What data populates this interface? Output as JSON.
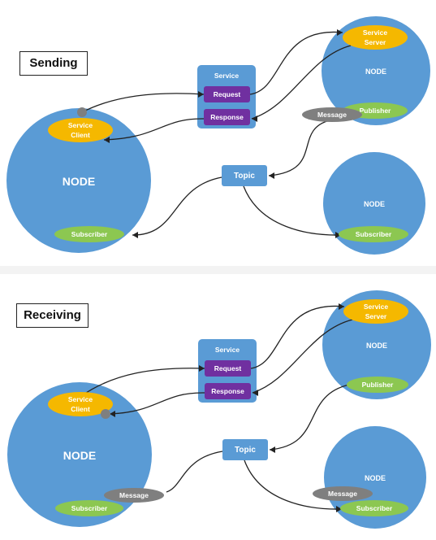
{
  "colors": {
    "node": "#5a9bd5",
    "service_client": "#f5b800",
    "subscriber_publisher": "#8cc751",
    "message": "#7f7f7f",
    "request_response": "#7030a0",
    "topic": "#5a9bd5"
  },
  "top": {
    "title": "Sending",
    "node_main": "NODE",
    "node_right_top": "NODE",
    "node_right_bottom": "NODE",
    "service": "Service",
    "request": "Request",
    "response": "Response",
    "topic": "Topic",
    "service_client_line1": "Service",
    "service_client_line2": "Client",
    "service_server_line1": "Service",
    "service_server_line2": "Server",
    "publisher": "Publisher",
    "message": "Message",
    "subscriber_left": "Subscriber",
    "subscriber_right": "Subscriber"
  },
  "bottom": {
    "title": "Receiving",
    "node_main": "NODE",
    "node_right_top": "NODE",
    "node_right_bottom": "NODE",
    "service": "Service",
    "request": "Request",
    "response": "Response",
    "topic": "Topic",
    "service_client_line1": "Service",
    "service_client_line2": "Client",
    "service_server_line1": "Service",
    "service_server_line2": "Server",
    "publisher": "Publisher",
    "message_left": "Message",
    "message_right": "Message",
    "subscriber_left": "Subscriber",
    "subscriber_right": "Subscriber"
  }
}
